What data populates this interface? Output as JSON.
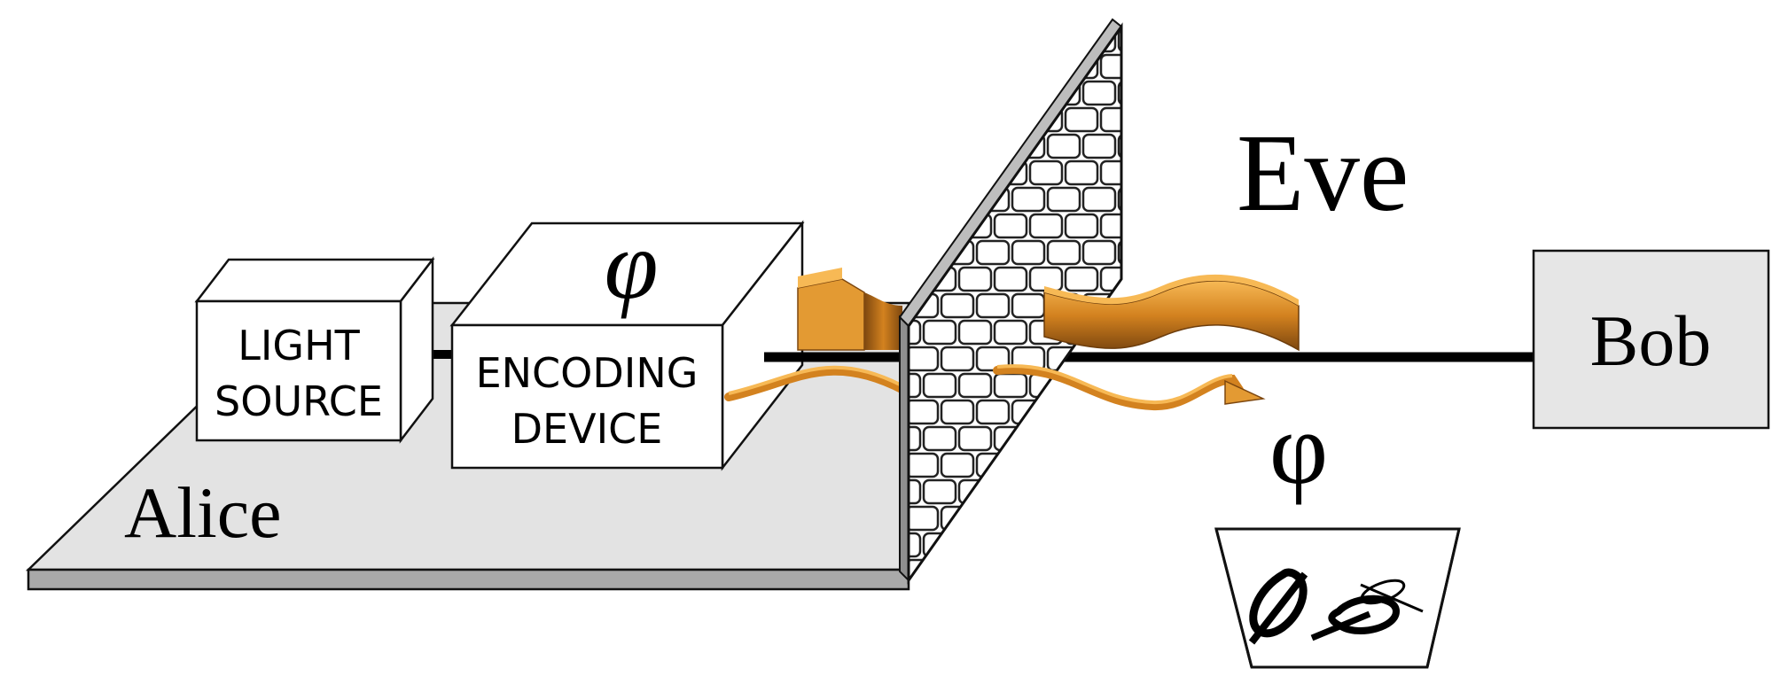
{
  "labels": {
    "light_source_line1": "LIGHT",
    "light_source_line2": "SOURCE",
    "encoding_device_line1": "ENCODING",
    "encoding_device_line2": "DEVICE",
    "alice": "Alice",
    "eve": "Eve",
    "bob": "Bob",
    "phi_encoded": "φ",
    "phi_intercepted": "φ"
  },
  "colors": {
    "platform": "#e3e3e3",
    "platform_edge": "#a9a9a9",
    "box_fill": "#ffffff",
    "bob_fill": "#e6e6e6",
    "wave_light": "#f6b24c",
    "wave_mid": "#d98a26",
    "wave_dark": "#8a4f12",
    "line": "#000000"
  },
  "icons": {
    "wall": "brick-wall-icon",
    "trash": "trash-bin-icon"
  }
}
